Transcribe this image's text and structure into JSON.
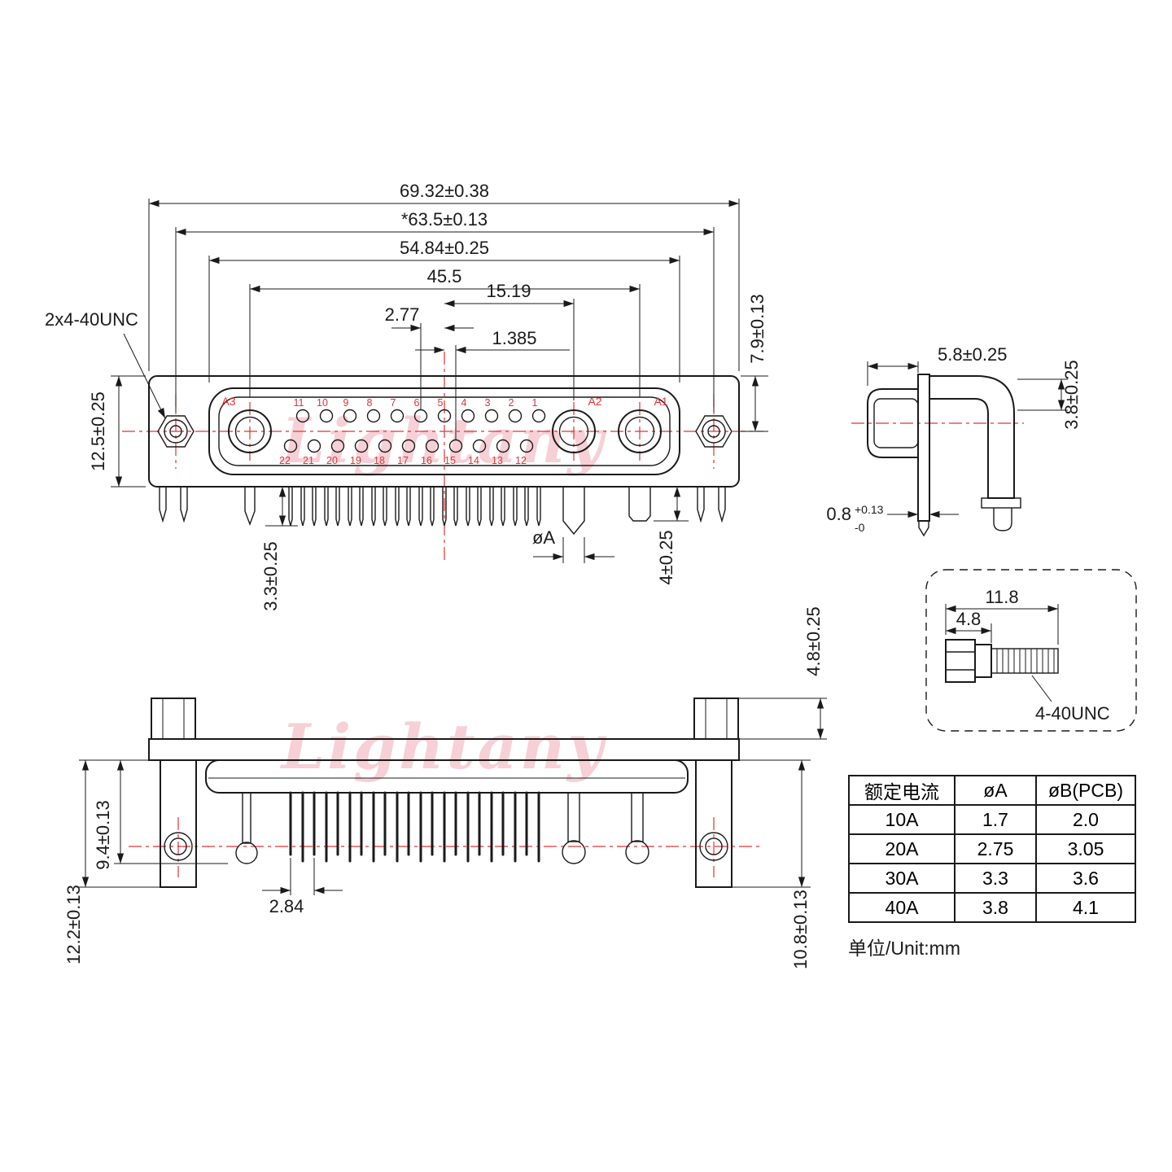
{
  "watermark": {
    "text": "Lightany"
  },
  "front_view": {
    "thread_callout": "2x4-40UNC",
    "dim_overall_width": "69.32±0.38",
    "dim_mount_span": "*63.5±0.13",
    "dim_body_width": "54.84±0.25",
    "dim_coax_span": "45.5",
    "dim_center_to_a2": "15.19",
    "dim_pitch": "2.77",
    "dim_half_pitch": "1.385",
    "dim_top_to_center": "7.9±0.13",
    "dim_flange_height": "12.5±0.25",
    "dim_pin_length": "3.3±0.25",
    "dim_coax_pin_length": "4±0.25",
    "dim_pin_dia": "øA",
    "coax_a3": "A3",
    "coax_a2": "A2",
    "coax_a1": "A1",
    "pin_labels_top": [
      "11",
      "10",
      "9",
      "8",
      "7",
      "6",
      "5",
      "4",
      "3",
      "2",
      "1"
    ],
    "pin_labels_bottom": [
      "22",
      "21",
      "20",
      "19",
      "18",
      "17",
      "16",
      "15",
      "14",
      "13",
      "12"
    ]
  },
  "side_view": {
    "dim_depth": "5.8±0.25",
    "dim_bracket_height": "3.8±0.25",
    "thickness_base": "0.8",
    "thickness_sup": "+0.13",
    "thickness_sub": "-0"
  },
  "screw_detail": {
    "dim_total_length": "11.8",
    "dim_head_length": "4.8",
    "thread_label": "4-40UNC"
  },
  "bottom_view": {
    "dim_bracket_depth": "12.2±0.13",
    "dim_pin_depth": "9.4±0.13",
    "dim_row_offset": "2.84",
    "dim_overall_depth": "10.8±0.13",
    "dim_standoff_height": "4.8±0.25"
  },
  "table": {
    "headers": [
      "额定电流",
      "øA",
      "øB(PCB)"
    ],
    "rows": [
      [
        "10A",
        "1.7",
        "2.0"
      ],
      [
        "20A",
        "2.75",
        "3.05"
      ],
      [
        "30A",
        "3.3",
        "3.6"
      ],
      [
        "40A",
        "3.8",
        "4.1"
      ]
    ],
    "unit_note": "单位/Unit:mm"
  }
}
